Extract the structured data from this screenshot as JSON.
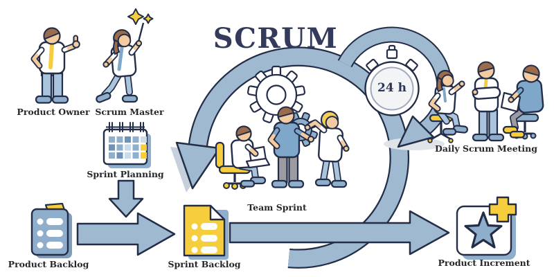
{
  "title": "SCRUM",
  "timer": "24 h",
  "labels": {
    "product_owner": "Product Owner",
    "scrum_master": "Scrum Master",
    "sprint_planning": "Sprint Planning",
    "team_sprint": "Team Sprint",
    "daily_scrum_meeting": "Daily Scrum Meeting",
    "product_backlog": "Product Backlog",
    "sprint_backlog": "Sprint Backlog",
    "product_increment": "Product Increment"
  },
  "colors": {
    "outline_navy": "#232d47",
    "steel_blue": "#9fb9d0",
    "steel_mid": "#8faecb",
    "steel_dark": "#7f9dbb",
    "accent_yellow": "#f6cd3c",
    "title_navy": "#333a5c",
    "label_text": "#26262b",
    "skin": "#f3cba0",
    "hair_brown": "#9a6c4b",
    "hair_blonde": "#f2cf55",
    "pants_blue": "#a9c4dc",
    "pants_gray": "#9b9ba1",
    "shirt_blue": "#7fa7c9"
  },
  "icons": {
    "sprint-loop-arrow-icon": "large circular sprint loop arrow",
    "daily-loop-arrow-icon": "small circular daily loop arrow",
    "stopwatch-icon": "24 hour timer stopwatch",
    "gear-icon": "process gears",
    "calendar-icon": "sprint planning calendar",
    "backlog-document-icon": "blue task list document",
    "sprint-backlog-document-icon": "yellow task list document",
    "increment-box-icon": "star box with plus",
    "sparkle-icon": "magic sparkles",
    "arrow-right-icon": "thick flow arrow",
    "arrow-down-icon": "thick down arrow"
  }
}
